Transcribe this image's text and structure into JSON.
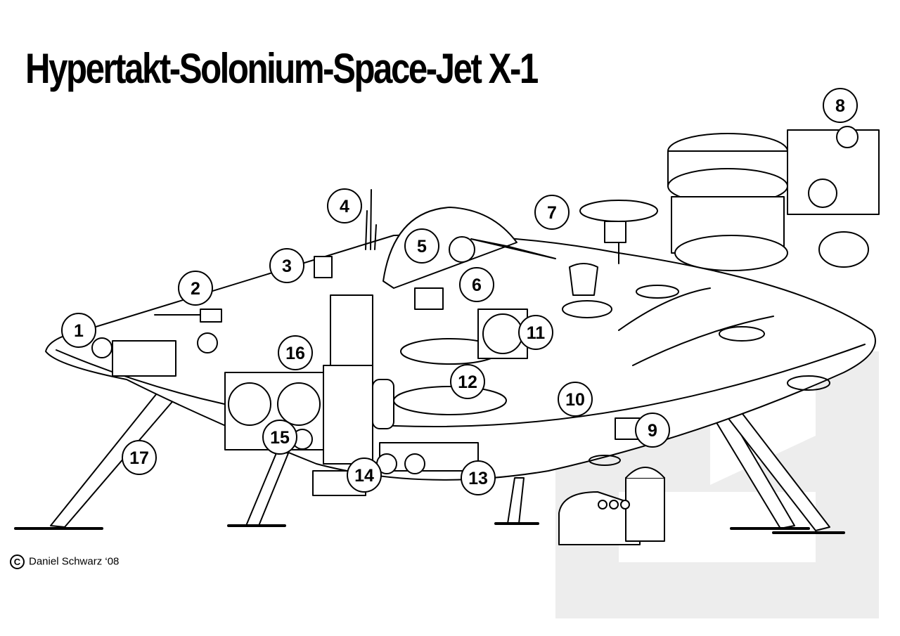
{
  "title": "Hypertakt-Solonium-Space-Jet X-1",
  "credit": "Daniel Schwarz ‘08",
  "copyright_symbol": "C",
  "callouts": [
    "1",
    "2",
    "3",
    "4",
    "5",
    "6",
    "7",
    "8",
    "9",
    "10",
    "11",
    "12",
    "13",
    "14",
    "15",
    "16",
    "17"
  ]
}
